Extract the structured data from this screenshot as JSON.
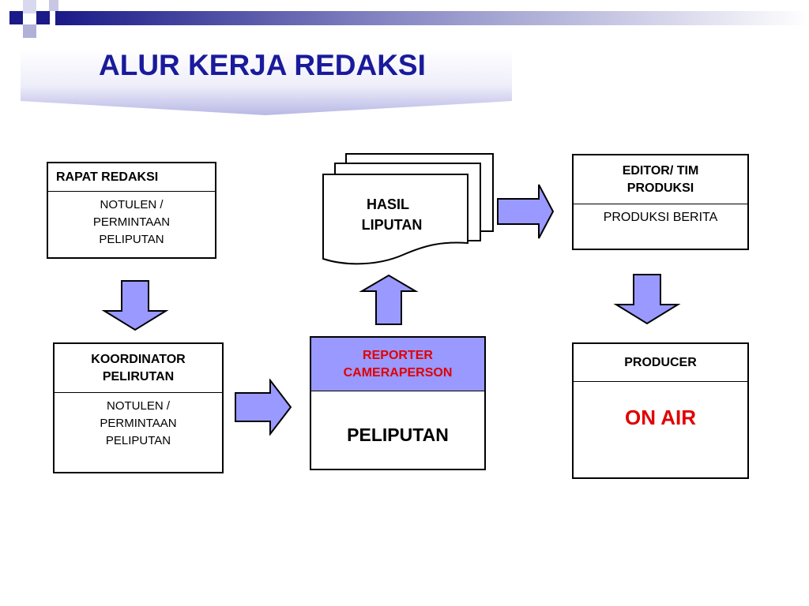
{
  "title": "ALUR KERJA REDAKSI",
  "colors": {
    "title": "#1a1a9c",
    "arrow_fill": "#9999ff",
    "reporter_header_bg": "#9999ff",
    "red_text": "#e00000",
    "band_dark": "#1a1a88"
  },
  "boxes": {
    "rapat": {
      "header": "RAPAT REDAKSI",
      "body_lines": [
        "NOTULEN /",
        "PERMINTAAN",
        "PELIPUTAN"
      ]
    },
    "koordinator": {
      "header_lines": [
        "KOORDINATOR",
        "PELIRUTAN"
      ],
      "body_lines": [
        "NOTULEN /",
        "PERMINTAAN",
        "PELIPUTAN"
      ]
    },
    "reporter": {
      "header_lines": [
        "REPORTER",
        "CAMERAPERSON"
      ],
      "body": "PELIPUTAN"
    },
    "hasil": {
      "lines": [
        "HASIL",
        "LIPUTAN"
      ]
    },
    "editor": {
      "header_lines": [
        "EDITOR/ TIM",
        "PRODUKSI"
      ],
      "body": "PRODUKSI BERITA"
    },
    "producer": {
      "header": "PRODUCER",
      "body": "ON AIR"
    }
  }
}
